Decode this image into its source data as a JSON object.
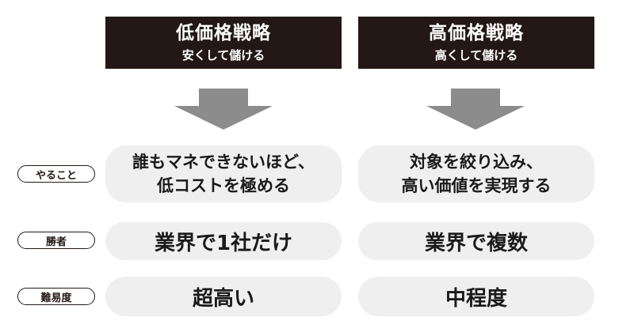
{
  "columns": [
    {
      "title": "低価格戦略",
      "subtitle": "安くして儲ける",
      "todo_lines": [
        "誰もマネできないほど、",
        "低コストを極める"
      ],
      "winner": "業界で1社だけ",
      "difficulty": "超高い"
    },
    {
      "title": "高価格戦略",
      "subtitle": "高くして儲ける",
      "todo_lines": [
        "対象を絞り込み、",
        "高い価値を実現する"
      ],
      "winner": "業界で複数",
      "difficulty": "中程度"
    }
  ],
  "row_labels": {
    "todo": "やること",
    "winner": "勝者",
    "difficulty": "難易度"
  },
  "colors": {
    "header_bg": "#231815",
    "arrow": "#8c8c8c",
    "cell_bg": "#efefef"
  }
}
